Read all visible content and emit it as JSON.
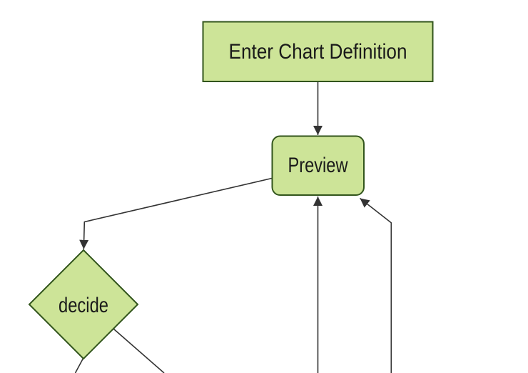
{
  "diagram": {
    "type": "flowchart",
    "nodes": [
      {
        "id": "enter-chart-definition",
        "label": "Enter Chart Definition",
        "shape": "rectangle"
      },
      {
        "id": "preview",
        "label": "Preview",
        "shape": "rounded-rectangle"
      },
      {
        "id": "decide",
        "label": "decide",
        "shape": "diamond"
      }
    ],
    "edges": [
      {
        "from": "enter-chart-definition",
        "to": "preview",
        "arrowhead": true
      },
      {
        "from": "preview",
        "to": "decide",
        "arrowhead": true
      },
      {
        "from": "offscreen-bottom-center",
        "to": "preview",
        "arrowhead": true
      },
      {
        "from": "offscreen-bottom-right",
        "to": "preview",
        "arrowhead": true
      },
      {
        "from": "decide",
        "to": "offscreen-bottom-left",
        "arrowhead": false
      },
      {
        "from": "decide",
        "to": "offscreen-bottom-right",
        "arrowhead": false
      }
    ]
  },
  "theme": {
    "background": "#ffffff",
    "node_fill": "#cde498",
    "node_border": "#32551c",
    "edge_color": "#333333",
    "text_color": "#1a1a1a"
  }
}
